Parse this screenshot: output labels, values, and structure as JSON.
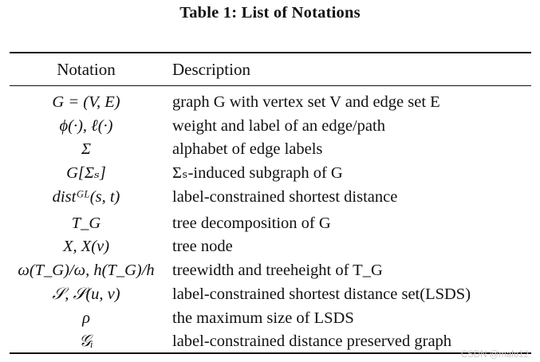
{
  "caption": "Table 1: List of Notations",
  "headers": {
    "notation": "Notation",
    "description": "Description"
  },
  "rows": [
    {
      "notation": "G = (V, E)",
      "description": "graph G with vertex set V and edge set E"
    },
    {
      "notation": "ϕ(·), ℓ(·)",
      "description": "weight and label of an edge/path"
    },
    {
      "notation": "Σ",
      "description": "alphabet of edge labels"
    },
    {
      "notation": "G[Σₛ]",
      "description": "Σₛ-induced subgraph of G"
    },
    {
      "notation": "distᴳᴸ(s, t)",
      "description": "label-constrained shortest distance"
    },
    {
      "notation": "T_G",
      "description": "tree decomposition of G"
    },
    {
      "notation": "X, X(v)",
      "description": "tree node"
    },
    {
      "notation": "ω(T_G)/ω, h(T_G)/h",
      "description": "treewidth and treeheight of T_G"
    },
    {
      "notation": "𝒮, 𝒮(u, v)",
      "description": "label-constrained shortest distance set(LSDS)"
    },
    {
      "notation": "ρ",
      "description": "the maximum size of LSDS"
    },
    {
      "notation": "𝒢ᵢ",
      "description": "label-constrained distance preserved graph"
    }
  ],
  "watermark": "CSDN @malo12"
}
